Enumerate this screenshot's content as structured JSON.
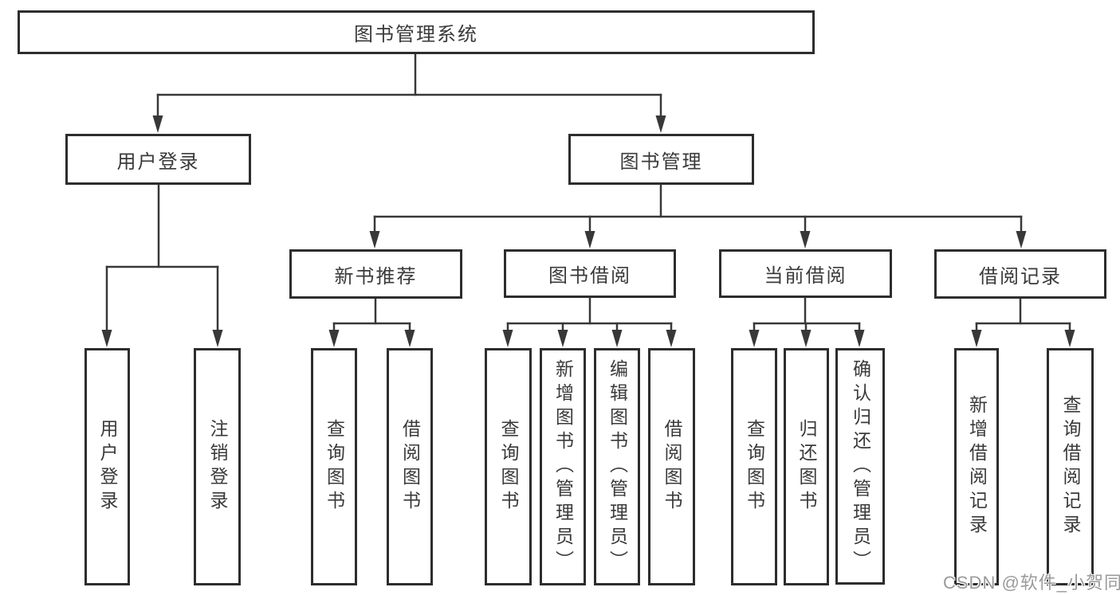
{
  "diagram": {
    "tree": {
      "label": "图书管理系统",
      "children": [
        {
          "label": "用户登录",
          "children": [
            {
              "label": "用户登录"
            },
            {
              "label": "注销登录"
            }
          ]
        },
        {
          "label": "图书管理",
          "children": [
            {
              "label": "新书推荐",
              "children": [
                {
                  "label": "查询图书"
                },
                {
                  "label": "借阅图书"
                }
              ]
            },
            {
              "label": "图书借阅",
              "children": [
                {
                  "label": "查询图书"
                },
                {
                  "label": "新增图书（管理员）"
                },
                {
                  "label": "编辑图书（管理员）"
                },
                {
                  "label": "借阅图书"
                }
              ]
            },
            {
              "label": "当前借阅",
              "children": [
                {
                  "label": "查询图书"
                },
                {
                  "label": "归还图书"
                },
                {
                  "label": "确认归还（管理员）"
                }
              ]
            },
            {
              "label": "借阅记录",
              "children": [
                {
                  "label": "新增借阅记录"
                },
                {
                  "label": "查询借阅记录"
                }
              ]
            }
          ]
        }
      ]
    },
    "line_color": "#383838",
    "border_color": "#2d2d2d",
    "text_color": "#3a3a3a"
  },
  "watermark": "CSDN @软件_小贺同学"
}
